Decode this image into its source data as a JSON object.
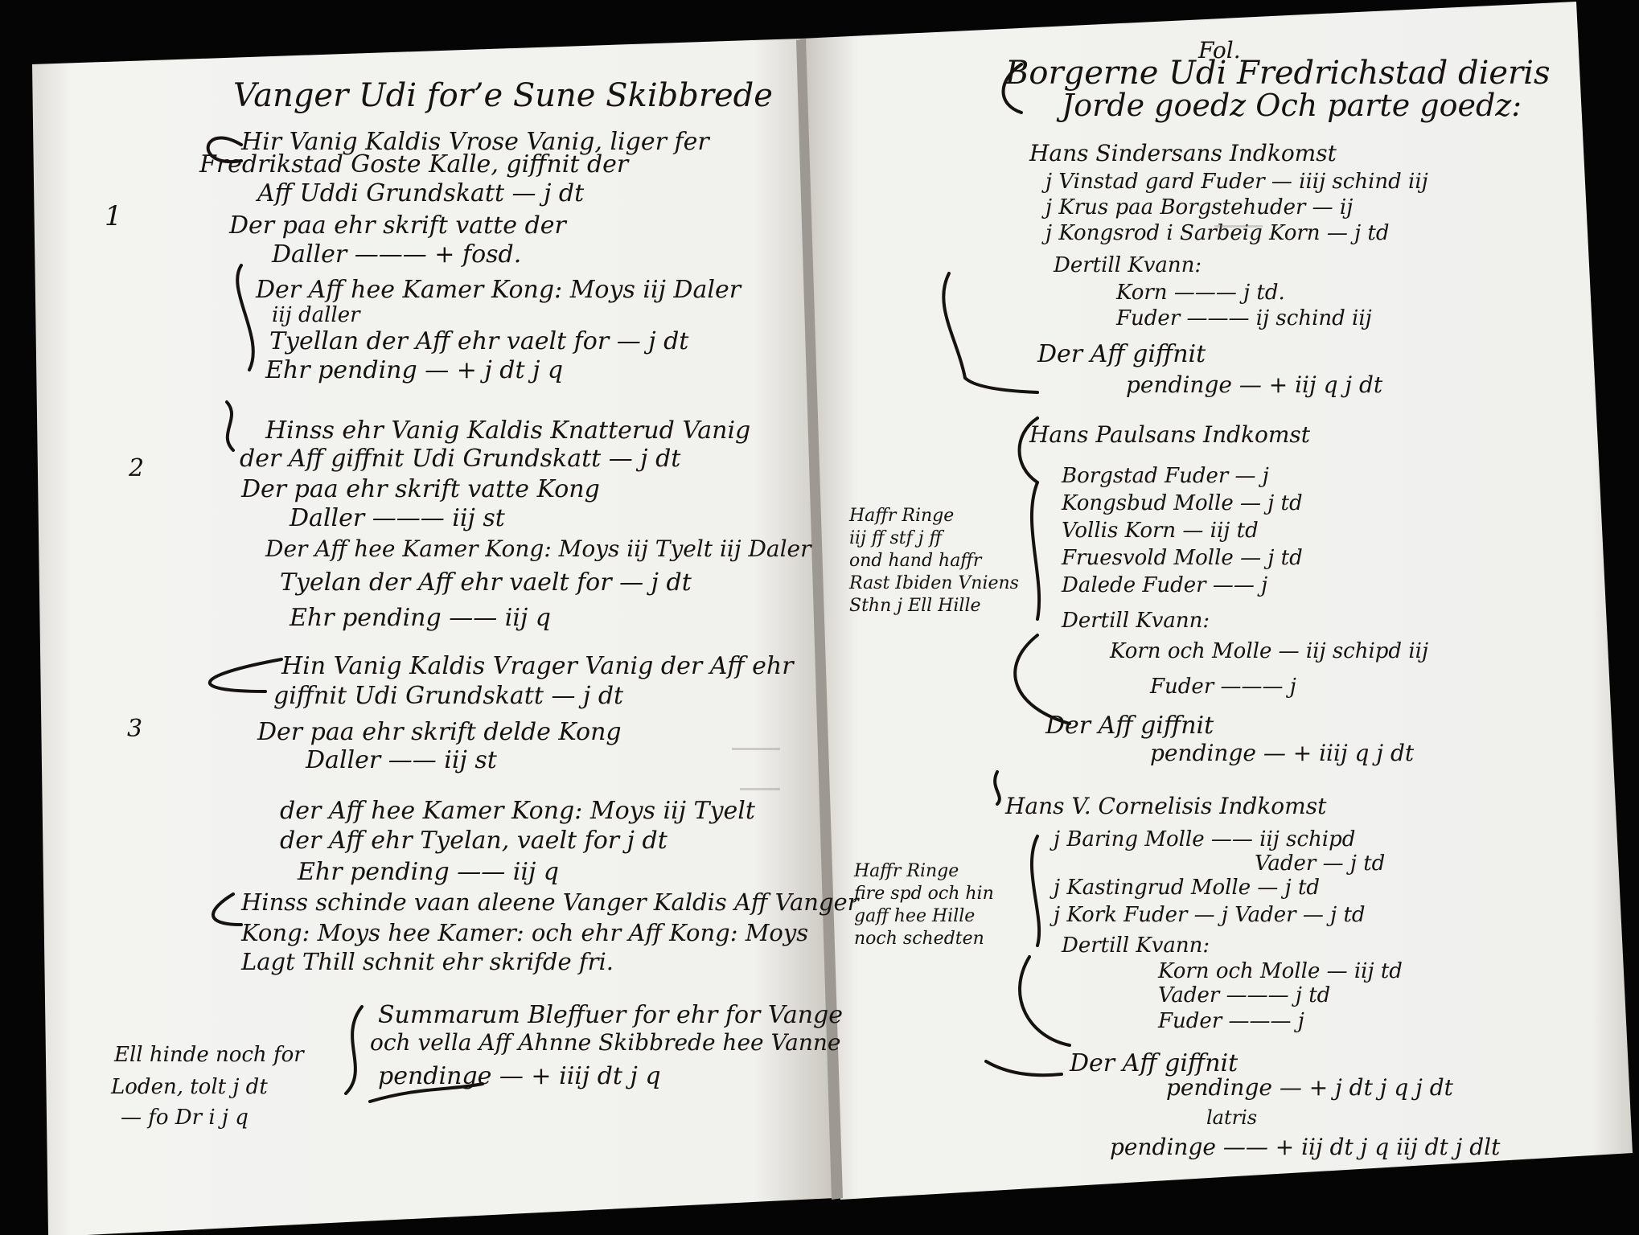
{
  "left_page": {
    "heading": "Vanger Udi for’e Sune Skibbrede",
    "entries": [
      {
        "number": "1",
        "lines": [
          "Hir Vanig Kaldis Vrose Vanig, liger fer",
          "Fredrikstad Goste Kalle, giffnit der",
          "Aff Uddi Grundskatt — j dt",
          "Der paa ehr skrift vatte der",
          "Daller ——— + fosd.",
          "Der Aff hee Kamer Kong: Moys iij Daler",
          "iij daller",
          "Tyellan der Aff ehr vaelt for — j dt",
          "Ehr pending — + j dt j q"
        ]
      },
      {
        "number": "2",
        "lines": [
          "Hinss ehr Vanig Kaldis Knatterud Vanig",
          "der Aff giffnit Udi Grundskatt — j dt",
          "Der paa ehr skrift vatte Kong",
          "Daller ——— iij st",
          "Der Aff hee Kamer Kong: Moys iij Tyelt iij Daler",
          "Tyelan der Aff ehr vaelt for — j dt",
          "Ehr pending —— iij q"
        ]
      },
      {
        "number": "3",
        "lines": [
          "Hin Vanig Kaldis Vrager Vanig der Aff ehr",
          "giffnit Udi Grundskatt — j dt",
          "Der paa ehr skrift delde Kong",
          "Daller —— iij st",
          "der Aff hee Kamer Kong: Moys iij Tyelt",
          "der Aff ehr Tyelan, vaelt for j dt",
          "Ehr pending —— iij q"
        ]
      }
    ],
    "note_lines": [
      "Hinss schinde vaan aleene Vanger Kaldis Aff Vanger",
      "Kong: Moys hee Kamer: och ehr Aff Kong: Moys",
      "Lagt Thill schnit ehr skrifde fri."
    ],
    "summary_lines": [
      "Summarum Bleffuer for ehr for Vange",
      "och vella Aff Ahnne Skibbrede hee Vanne",
      "pendinge — + iiij dt j q"
    ],
    "margin_note_lines": [
      "Ell hinde noch for",
      "Loden, tolt j dt",
      "— fo Dr i j q"
    ]
  },
  "right_page": {
    "page_mark": "Fol.",
    "heading_lines": [
      "Borgerne Udi Fredrichstad dieris",
      "Jorde goedz Och parte goedz:"
    ],
    "sections": [
      {
        "title": "Hans Sindersans Indkomst",
        "lines": [
          "j Vinstad gard Fuder — iiij schind iij",
          "j Krus paa Borgstehuder — ij",
          "j Kongsrod i Sarbeig Korn — j td",
          "Dertill Kvann:",
          "Korn ——— j td.",
          "Fuder ——— ij schind iij",
          "Der Aff giffnit",
          "pendinge — + iij q j dt"
        ]
      },
      {
        "title": "Hans Paulsans Indkomst",
        "lines": [
          "Borgstad Fuder — j",
          "Kongsbud Molle — j td",
          "Vollis Korn — iij td",
          "Fruesvold Molle — j td",
          "Dalede Fuder —— j",
          "Dertill Kvann:",
          "Korn och Molle — iij schipd iij",
          "Fuder ——— j",
          "Der Aff giffnit",
          "pendinge — + iiij q j dt"
        ]
      },
      {
        "title": "Hans V. Cornelisis Indkomst",
        "lines": [
          "j Baring Molle —— iij schipd",
          "Vader — j td",
          "j Kastingrud Molle — j td",
          "j Kork Fuder — j  Vader — j td",
          "Dertill Kvann:",
          "Korn och Molle — iij td",
          "Vader ——— j td",
          "Fuder ——— j",
          "Der Aff giffnit",
          "pendinge — + j dt j q j dt",
          "latris",
          "pendinge —— + iij dt j q iij dt j dlt"
        ]
      }
    ],
    "margin_note_1_lines": [
      "Haffr Ringe",
      "iij ff stf j ff",
      "ond hand haffr",
      "Rast Ibiden Vniens",
      "Sthn j Ell Hille"
    ],
    "margin_note_2_lines": [
      "Haffr Ringe",
      "fire spd och hin",
      "gaff hee Hille",
      "noch schedten"
    ]
  },
  "colors": {
    "background": "#050505",
    "paper": "#f1f1ee",
    "paper_shadow": "#d8d6d0",
    "ink": "#161210"
  }
}
